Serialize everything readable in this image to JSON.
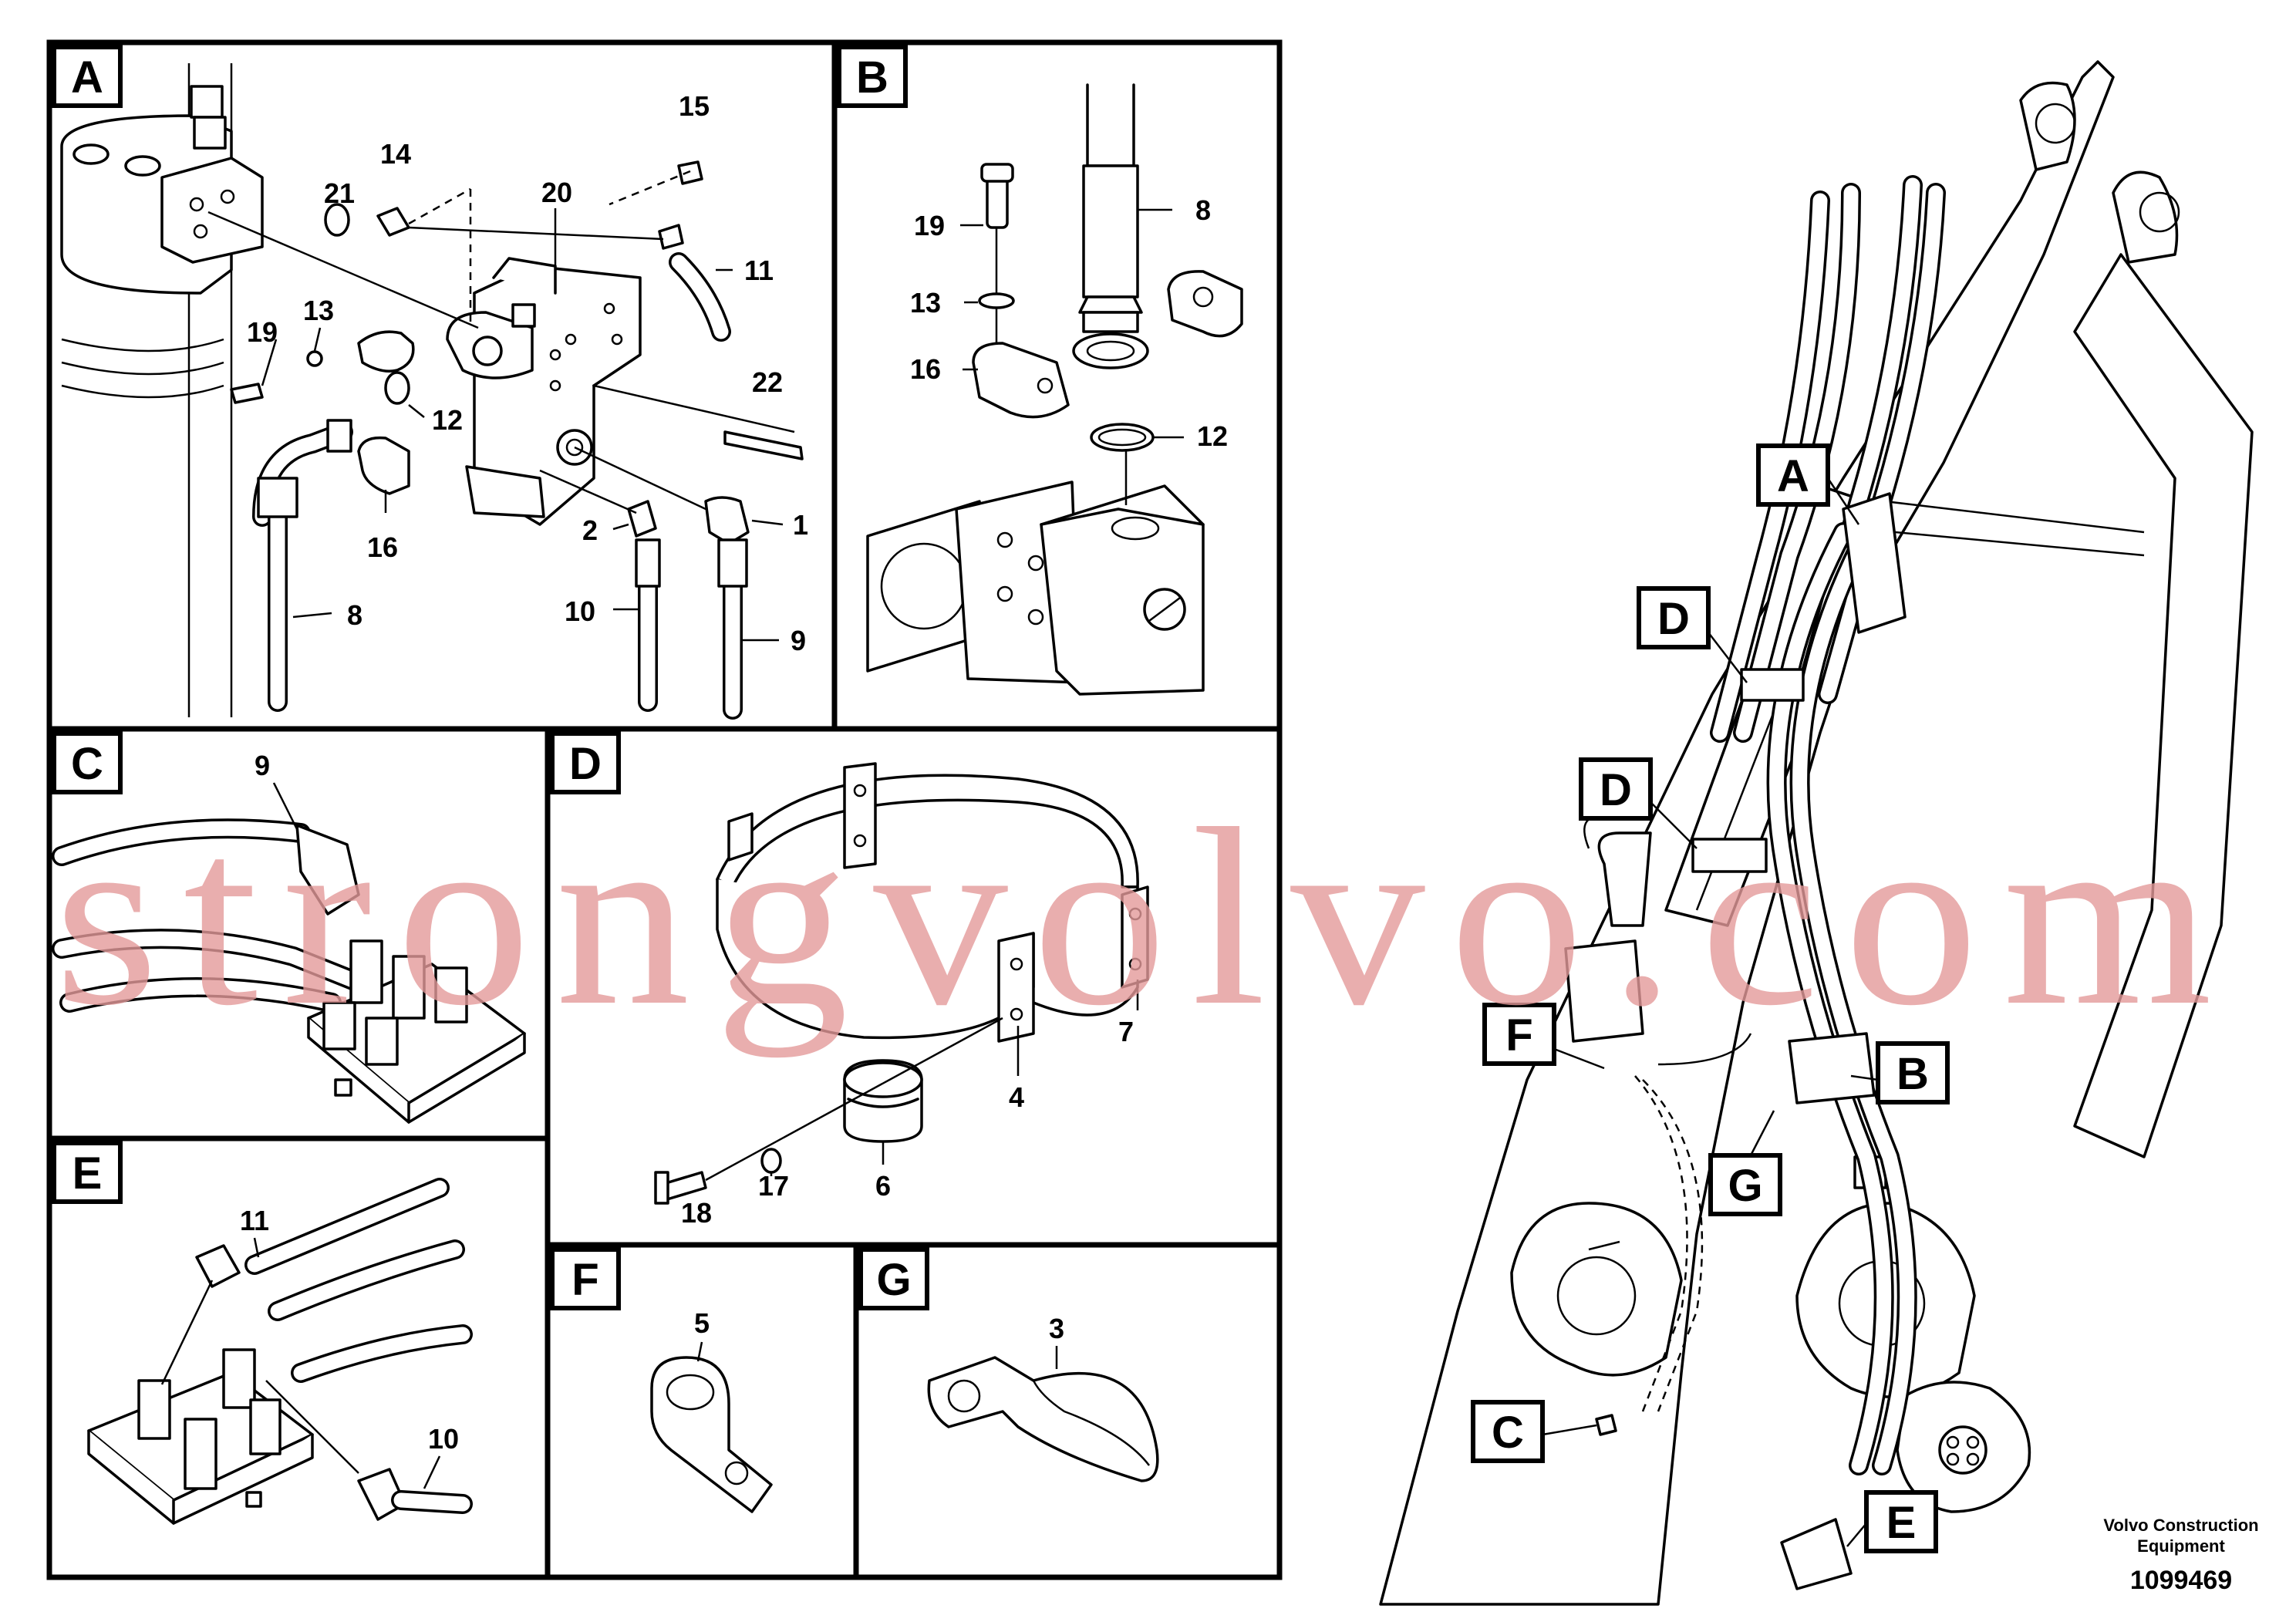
{
  "panels": {
    "A": {
      "letter": "A",
      "callouts": [
        "15",
        "14",
        "21",
        "20",
        "11",
        "19",
        "13",
        "22",
        "12",
        "16",
        "2",
        "1",
        "8",
        "10",
        "9"
      ]
    },
    "B": {
      "letter": "B",
      "callouts": [
        "8",
        "19",
        "13",
        "16",
        "12"
      ]
    },
    "C": {
      "letter": "C",
      "callouts": [
        "9"
      ]
    },
    "D": {
      "letter": "D",
      "callouts": [
        "7",
        "4",
        "18",
        "17",
        "6"
      ]
    },
    "E": {
      "letter": "E",
      "callouts": [
        "11",
        "10"
      ]
    },
    "F": {
      "letter": "F",
      "callouts": [
        "5"
      ]
    },
    "G": {
      "letter": "G",
      "callouts": [
        "3"
      ]
    }
  },
  "overview_tags": [
    "A",
    "D",
    "D",
    "F",
    "B",
    "G",
    "C",
    "E"
  ],
  "footer": {
    "brand_line1": "Volvo Construction",
    "brand_line2": "Equipment",
    "drawing_number": "1099469"
  },
  "watermark": "strongvolvo.com",
  "colors": {
    "ink": "#000000",
    "watermark": "#e39a9a",
    "paper": "#ffffff"
  }
}
